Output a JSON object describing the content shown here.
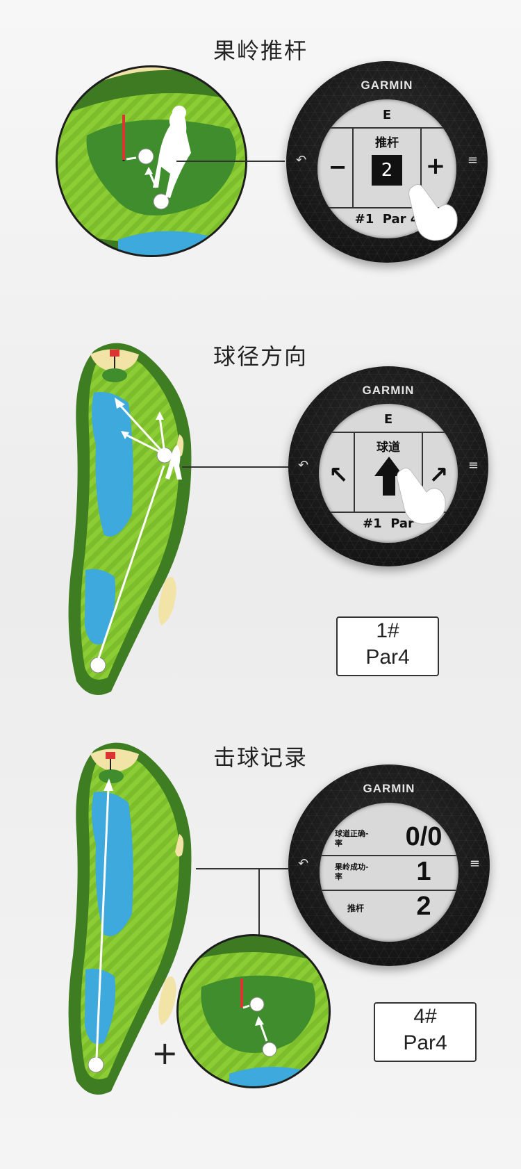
{
  "sections": [
    {
      "title": "果岭推杆",
      "watch": {
        "brand": "GARMIN",
        "top_label": "E",
        "header": "推杆",
        "minus": "−",
        "plus": "+",
        "value": "2",
        "footer": "#1  Par 4"
      }
    },
    {
      "title": "球径方向",
      "watch": {
        "brand": "GARMIN",
        "top_label": "E",
        "header": "球道",
        "left_arrow": "↖",
        "up_arrow": "🡅",
        "right_arrow": "↗",
        "footer": "#1  Par"
      },
      "hole_box": {
        "line1": "1#",
        "line2": "Par4"
      }
    },
    {
      "title": "击球记录",
      "watch": {
        "brand": "GARMIN",
        "rows": [
          {
            "label": "球道正确-\n率",
            "value": "0/0"
          },
          {
            "label": "果岭成功-\n率",
            "value": "1"
          },
          {
            "label": "推杆",
            "value": "2"
          }
        ]
      },
      "plus_sign": "+",
      "hole_box": {
        "line1": "4#",
        "line2": "Par4"
      }
    }
  ],
  "icons": {
    "back": "back-arrow-icon",
    "menu": "menu-icon",
    "hand": "pointing-hand-icon",
    "flag": "flag-icon",
    "ball": "golf-ball-icon"
  },
  "colors": {
    "grass": "#7cc02a",
    "rough": "#3f7d23",
    "green": "#4f9b33",
    "water": "#3da9dc",
    "sand": "#f2e3a6",
    "watch_body": "#1a1a1a",
    "screen": "#d9d9d9"
  }
}
